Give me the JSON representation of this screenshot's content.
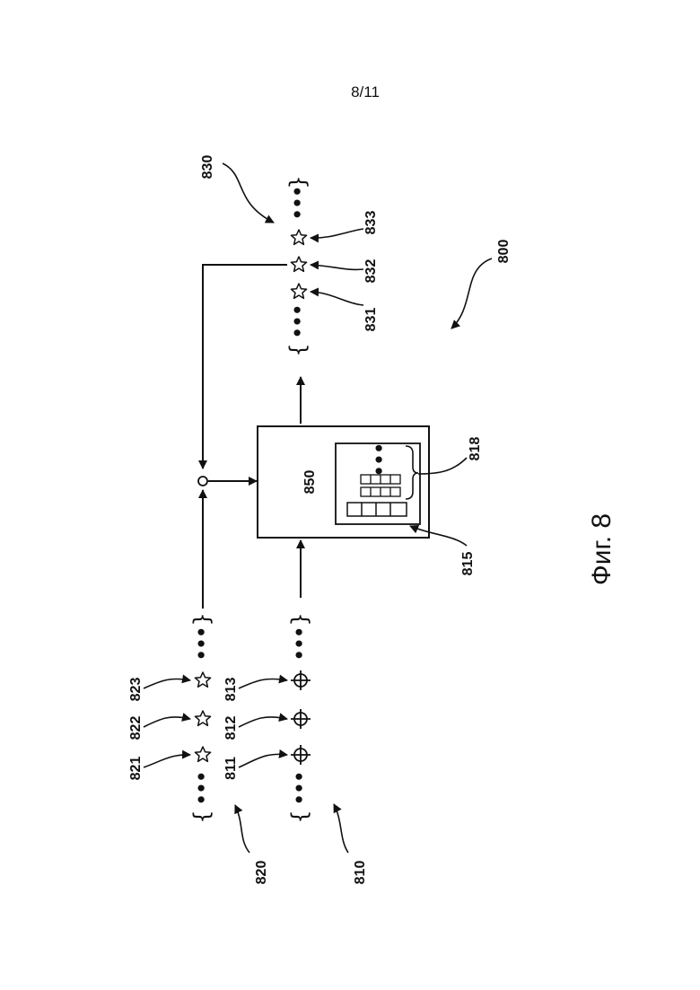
{
  "page_number": "8/11",
  "figure_caption": "Фиг. 8",
  "labels": {
    "l800": "800",
    "l810": "810",
    "l811": "811",
    "l812": "812",
    "l813": "813",
    "l815": "815",
    "l818": "818",
    "l820": "820",
    "l821": "821",
    "l822": "822",
    "l823": "823",
    "l830": "830",
    "l831": "831",
    "l832": "832",
    "l833": "833",
    "l850": "850"
  },
  "symbols": {
    "brace_open": "{",
    "brace_close": "}",
    "ellipsis": "•••"
  },
  "icons": {
    "star": "star-icon",
    "target": "crosshair-circle-icon"
  }
}
